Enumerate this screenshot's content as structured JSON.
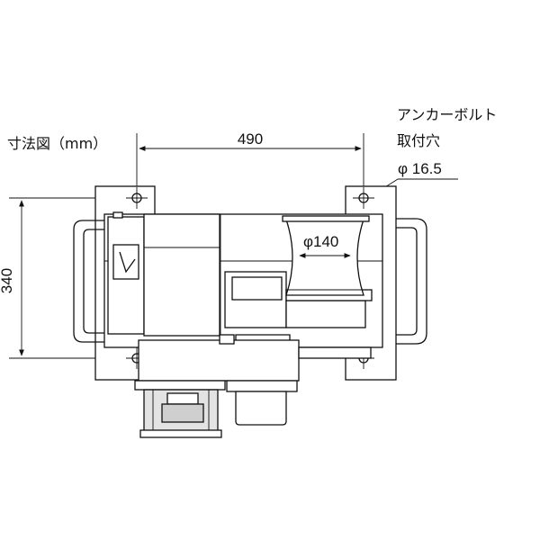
{
  "title": "寸法図（mm）",
  "dimensions": {
    "width": "490",
    "height": "340",
    "roller_diameter": "φ140",
    "hole_diameter": "φ 16.5"
  },
  "callout": {
    "line1": "アンカーボルト",
    "line2": "取付穴"
  },
  "colors": {
    "line": "#111111",
    "fill_gray": "#e3e3e3",
    "fill_dark": "#cfcfcf"
  }
}
